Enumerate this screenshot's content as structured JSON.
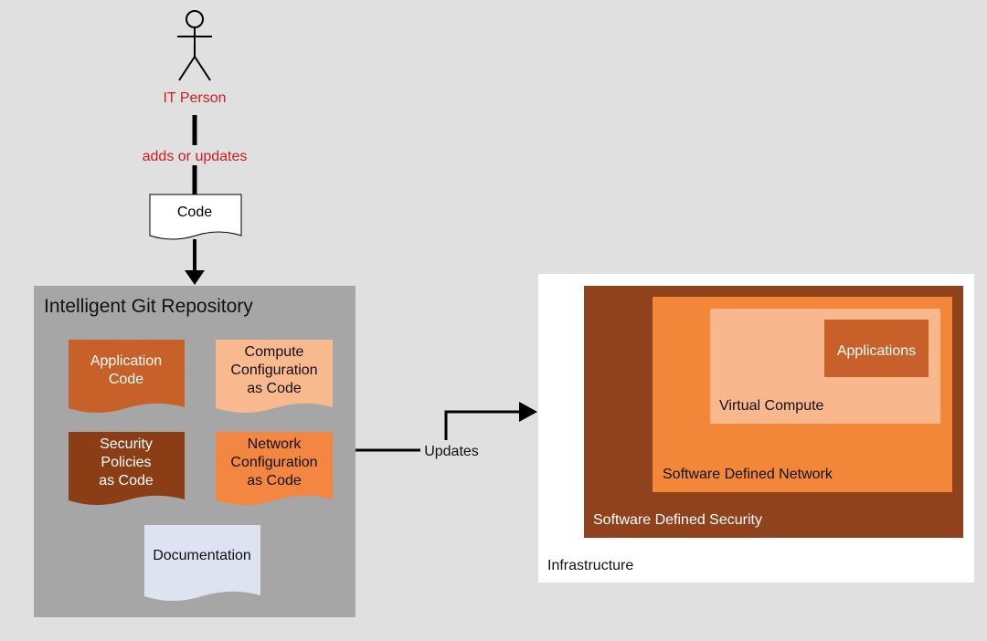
{
  "actor": {
    "label": "IT Person",
    "edge_label": "adds or updates",
    "label_color": "#cc1e1e"
  },
  "code_doc": {
    "label": "Code"
  },
  "repo": {
    "title": "Intelligent Git Repository",
    "docs": [
      {
        "id": "app-code",
        "lines": [
          "Application",
          "Code"
        ],
        "fill": "#c8602a",
        "text_color": "#ffffff"
      },
      {
        "id": "compute-config",
        "lines": [
          "Compute",
          "Configuration",
          "as Code"
        ],
        "fill": "#f9b98f",
        "text_color": "#111111"
      },
      {
        "id": "security-policies",
        "lines": [
          "Security",
          "Policies",
          "as Code"
        ],
        "fill": "#8b3d16",
        "text_color": "#ffffff"
      },
      {
        "id": "network-config",
        "lines": [
          "Network",
          "Configuration",
          "as Code"
        ],
        "fill": "#f38640",
        "text_color": "#111111"
      },
      {
        "id": "documentation",
        "lines": [
          "Documentation"
        ],
        "fill": "#dde3f0",
        "text_color": "#111111"
      }
    ]
  },
  "connector": {
    "label": "Updates"
  },
  "infra": {
    "label": "Infrastructure",
    "security": {
      "label": "Software Defined Security",
      "fill": "#8f421c"
    },
    "network": {
      "label": "Software Defined Network",
      "fill": "#f28739"
    },
    "compute": {
      "label": "Virtual Compute",
      "fill": "#f8b78d"
    },
    "apps": {
      "label": "Applications",
      "fill": "#c8602a"
    }
  },
  "colors": {
    "background": "#e0e0e0",
    "repo_fill": "#a6a6a6",
    "infra_fill": "#ffffff",
    "arrow": "#000000"
  }
}
